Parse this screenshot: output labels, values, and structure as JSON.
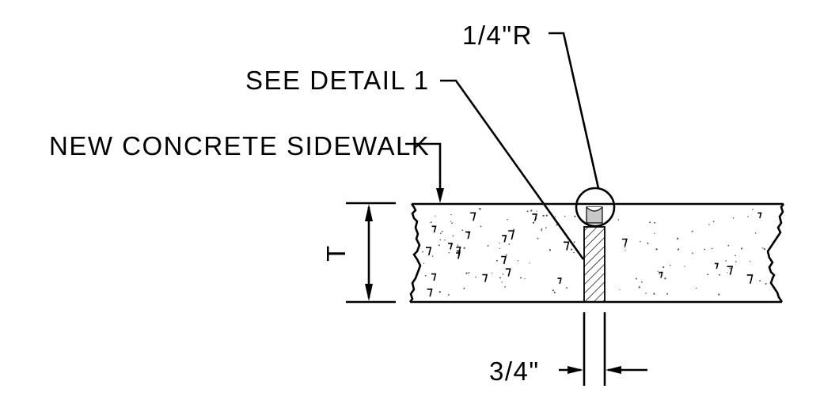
{
  "labels": {
    "radius": "1/4\"R",
    "detail_ref": "SEE DETAIL 1",
    "sidewalk": "NEW CONCRETE SIDEWALK",
    "thickness": "T",
    "joint_width": "3/4\""
  },
  "colors": {
    "line": "#000000",
    "background": "#ffffff",
    "sealant": "#c8c8c8",
    "stipple": "#555555"
  }
}
